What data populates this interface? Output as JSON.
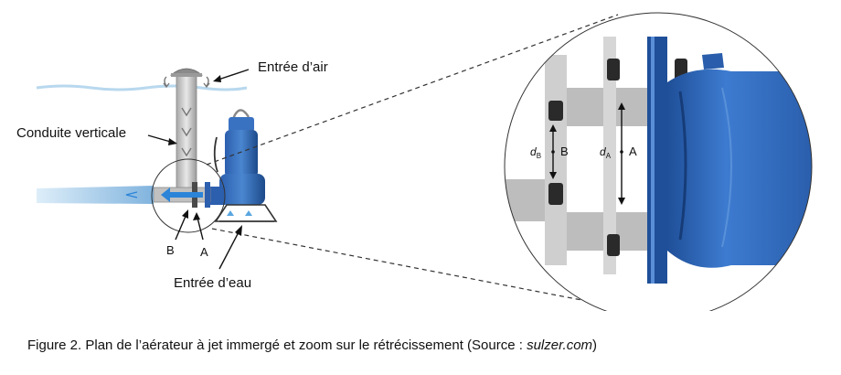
{
  "labels": {
    "air_inlet": "Entrée d’air",
    "vertical_pipe": "Conduite verticale",
    "water_inlet": "Entrée d’eau",
    "point_a": "A",
    "point_b": "B",
    "zoom_a": "A",
    "zoom_b": "B",
    "d_a_main": "d",
    "d_a_sub": "A",
    "d_b_main": "d",
    "d_b_sub": "B"
  },
  "caption": {
    "text": "Figure 2. Plan de l’aérateur à jet immergé et zoom sur le rétrécissement (Source : ",
    "source": "sulzer.com",
    "close": ")"
  },
  "colors": {
    "pump_blue": "#2f66b8",
    "pump_dark": "#1d4a8a",
    "pipe_gray": "#c8c8c8",
    "jet_blue": "#7fb2dc",
    "water_line": "#b8d8ee"
  }
}
